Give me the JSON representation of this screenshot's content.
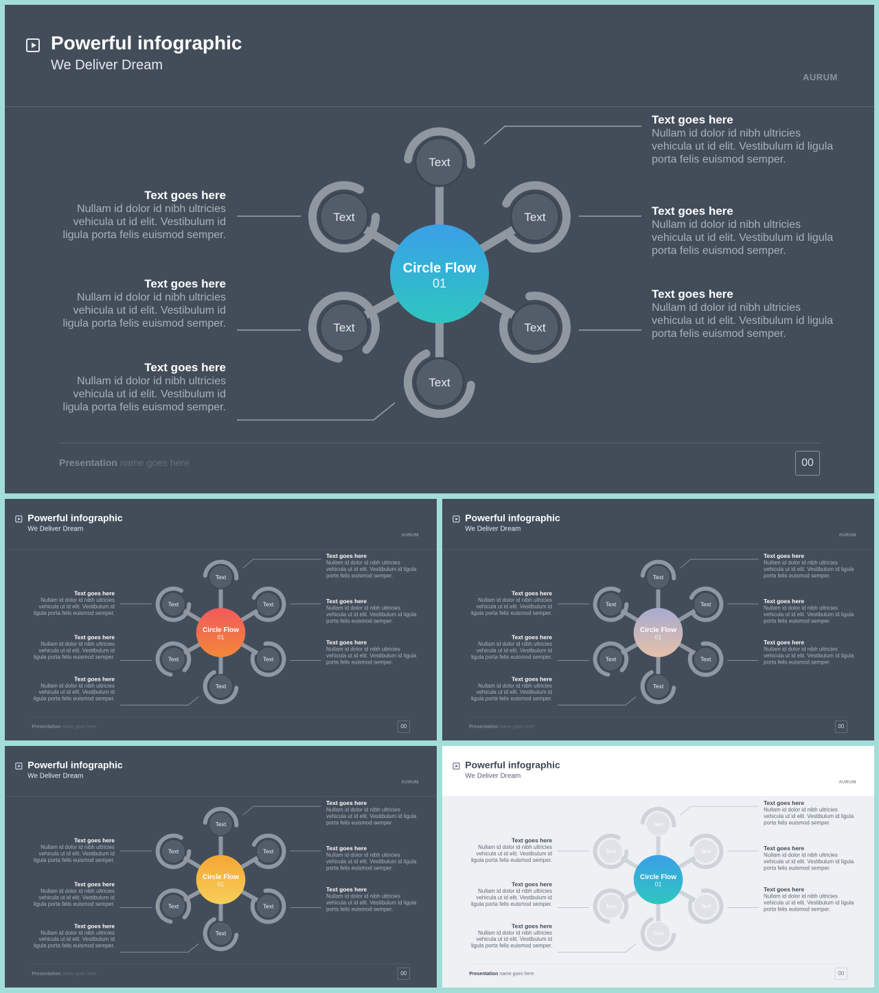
{
  "header": {
    "title": "Powerful infographic",
    "subtitle": "We Deliver Dream",
    "brand": "AURUM"
  },
  "center": {
    "title": "Circle Flow",
    "number": "01"
  },
  "node_label": "Text",
  "text_block": {
    "heading": "Text goes here",
    "body": "Nullam id dolor id nibh ultricies vehicula ut id elit. Vestibulum id ligula porta felis euismod semper."
  },
  "footer": {
    "bold": "Presentation",
    "rest": " name goes here",
    "page": "00"
  },
  "variants": [
    {
      "theme": "dark",
      "center_colors": [
        "#3aa0e8",
        "#2ec6c0"
      ]
    },
    {
      "theme": "dark",
      "center_colors": [
        "#f2595c",
        "#f2883a"
      ]
    },
    {
      "theme": "dark",
      "center_colors": [
        "#a7a9cf",
        "#e6c1a9"
      ]
    },
    {
      "theme": "dark",
      "center_colors": [
        "#f5a634",
        "#f6cf5a"
      ]
    },
    {
      "theme": "light",
      "center_colors": [
        "#3aa0e8",
        "#2ec6c0"
      ]
    }
  ]
}
